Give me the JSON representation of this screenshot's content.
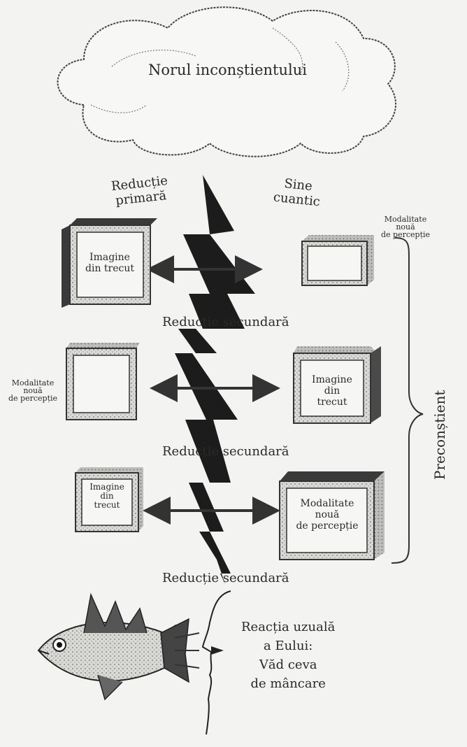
{
  "cloud_label": "Norul inconștientului",
  "reduction_primary": [
    "Reducție",
    "primară"
  ],
  "quantum_self": [
    "Sine",
    "cuantic"
  ],
  "secondary_reduction": "Reducție secundară",
  "preconscious": "Preconștient",
  "past_image": [
    "Imagine",
    "din trecut"
  ],
  "past_image_stacked": [
    "Imagine",
    "din",
    "trecut"
  ],
  "new_perception": [
    "Modalitate",
    "nouă",
    "de percepție"
  ],
  "ego_reaction": [
    "Reacția uzuală",
    "a Eului:",
    "Văd ceva",
    "de mâncare"
  ]
}
